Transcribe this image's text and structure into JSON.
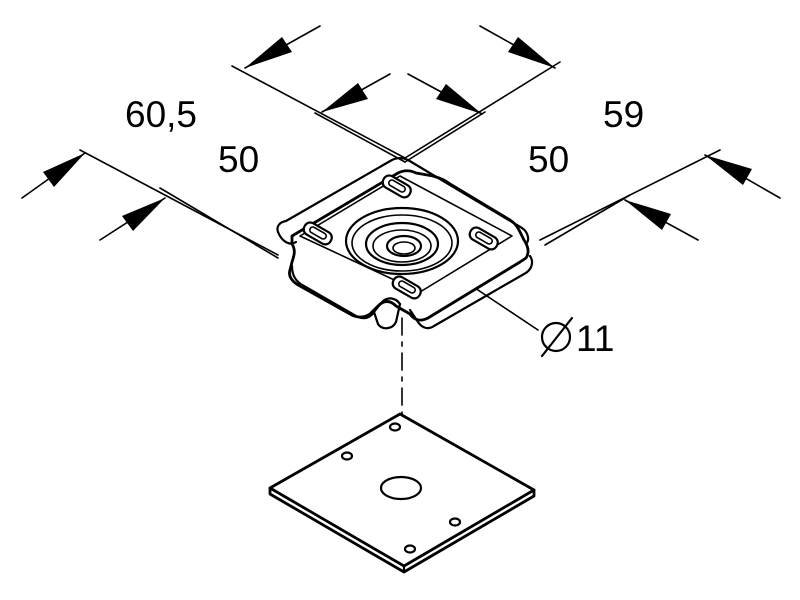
{
  "drawing": {
    "dimensions": {
      "left_outer": "60,5",
      "left_inner": "50",
      "right_outer": "59",
      "right_inner": "50",
      "hole_diameter": "11"
    },
    "colors": {
      "line": "#000000",
      "background": "#ffffff"
    }
  }
}
